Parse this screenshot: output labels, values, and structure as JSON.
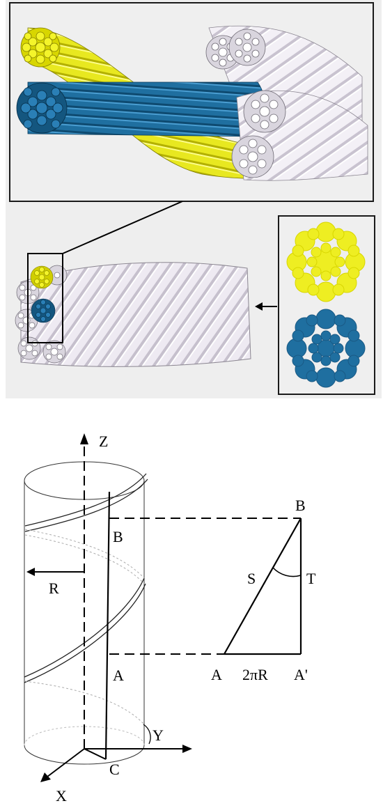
{
  "colors": {
    "panel_background": "#eeeeee",
    "strand_yellow": "#eeee22",
    "strand_blue": "#1f6fa0",
    "wire_white": "#f4f2f6",
    "wire_outline": "#7a7680",
    "frame": "#1a1a1a"
  },
  "icons": {
    "arrow_to_rope": "left-arrow-icon",
    "axis_arrow": "arrow-up-icon"
  },
  "geometry_labels": {
    "z_axis": "Z",
    "x_axis": "X",
    "y_axis": "Y",
    "radius": "R",
    "point_b_cylinder": "B",
    "point_a_cylinder": "A",
    "point_c": "C",
    "point_b_triangle": "B",
    "point_a_triangle": "A",
    "point_a_prime": "A'",
    "side_s": "S",
    "side_t": "T",
    "base_length": "2πR"
  }
}
